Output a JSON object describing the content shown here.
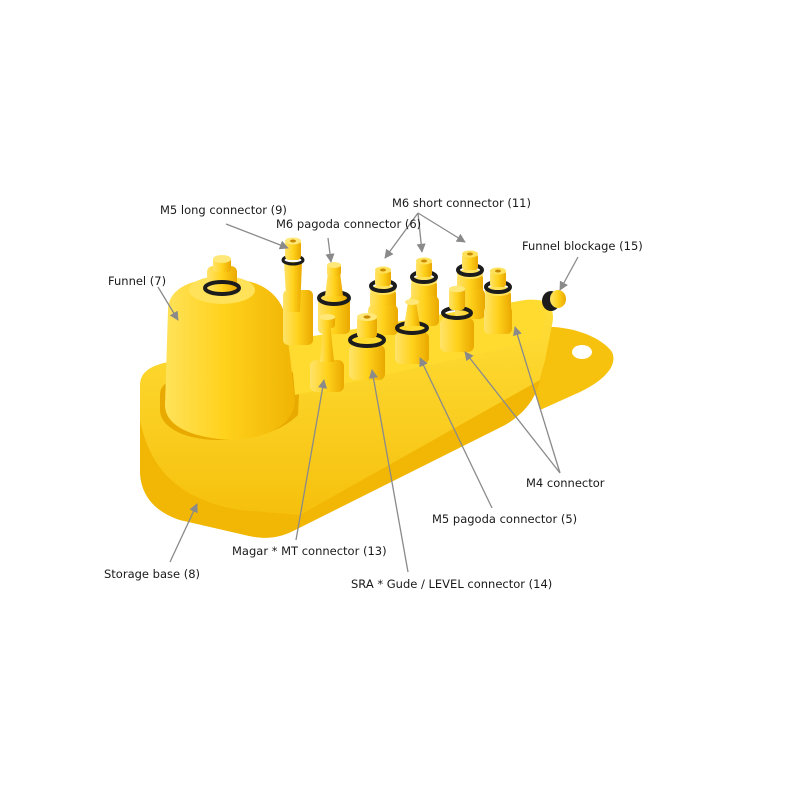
{
  "colors": {
    "body": "#ffd21c",
    "shade": "#f2b705",
    "dark": "#e09d00",
    "highlight": "#ffe977",
    "oring": "#1c1c1c",
    "leader": "#8a8a8a",
    "text": "#1a1a1a"
  },
  "labels": {
    "m5_long": "M5 long connector (9)",
    "m6_pagoda": "M6 pagoda connector (6)",
    "m6_short": "M6 short connector (11)",
    "funnel_blockage": "Funnel blockage (15)",
    "funnel": "Funnel (7)",
    "m4": "M4 connector",
    "m5_pagoda": "M5 pagoda connector (5)",
    "magura_mt": "Magar * MT connector (13)",
    "storage_base": "Storage base (8)",
    "sram_guide": "SRA * Gude / LEVEL connector (14)"
  }
}
